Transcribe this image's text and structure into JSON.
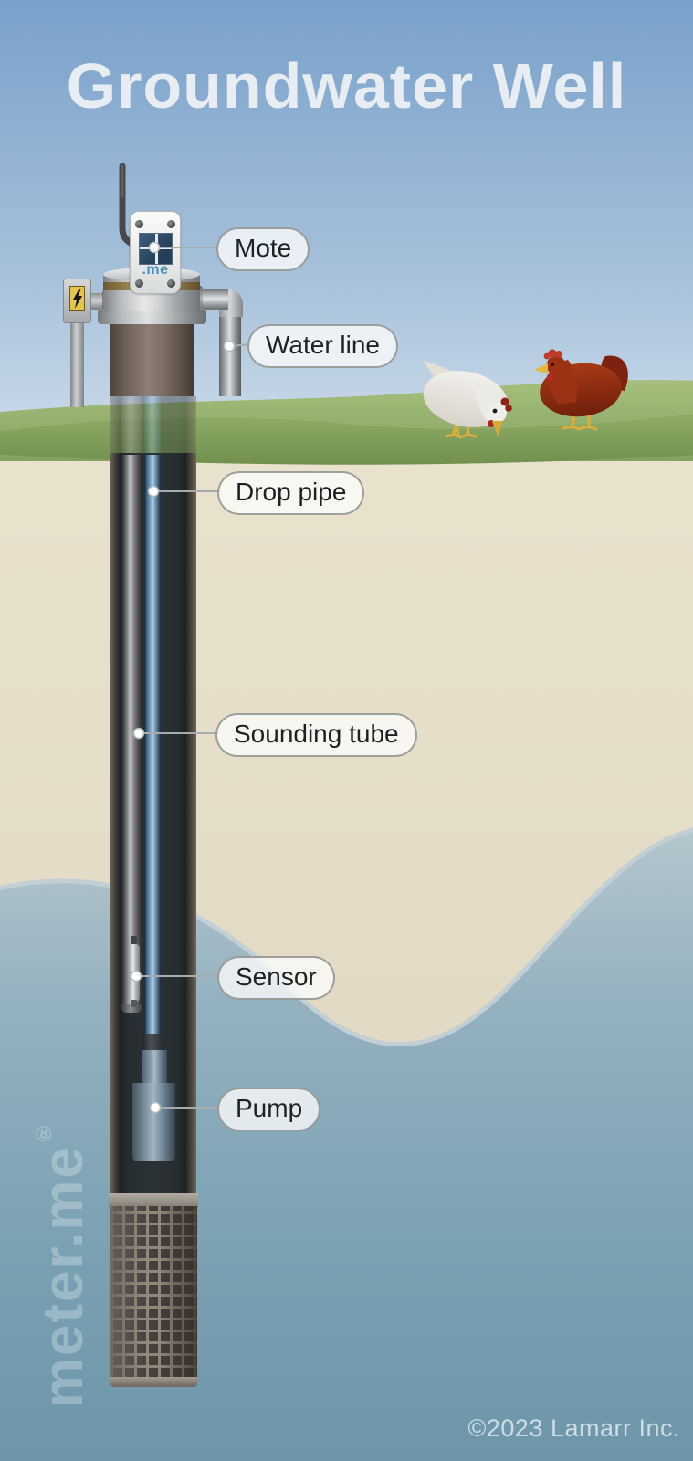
{
  "title": "Groundwater Well",
  "labels": {
    "mote": "Mote",
    "water_line": "Water line",
    "drop_pipe": "Drop pipe",
    "sounding_tube": "Sounding tube",
    "sensor": "Sensor",
    "pump": "Pump"
  },
  "mote_device": {
    "logo": ".me"
  },
  "watermark": {
    "text": "meter.me",
    "reg": "®"
  },
  "footer": {
    "copyright": "©2023 Lamarr Inc."
  },
  "scene_colors": {
    "sky_top": "#79a1ca",
    "sky_horizon": "#cfdfec",
    "grass_light": "#a3bd7a",
    "grass_dark": "#74914f",
    "soil_light": "#e9e2cd",
    "soil_dark": "#dcd3bc",
    "water_light": "#b6c7ce",
    "water_deep": "#6d96a9",
    "casing_interior": "#2b3235",
    "drop_pipe_blue": "#6890b0",
    "brass": "#a98f55",
    "chicken_white": "#ece9e3",
    "chicken_red": "#96301a",
    "title_text": "#e8edf4"
  }
}
